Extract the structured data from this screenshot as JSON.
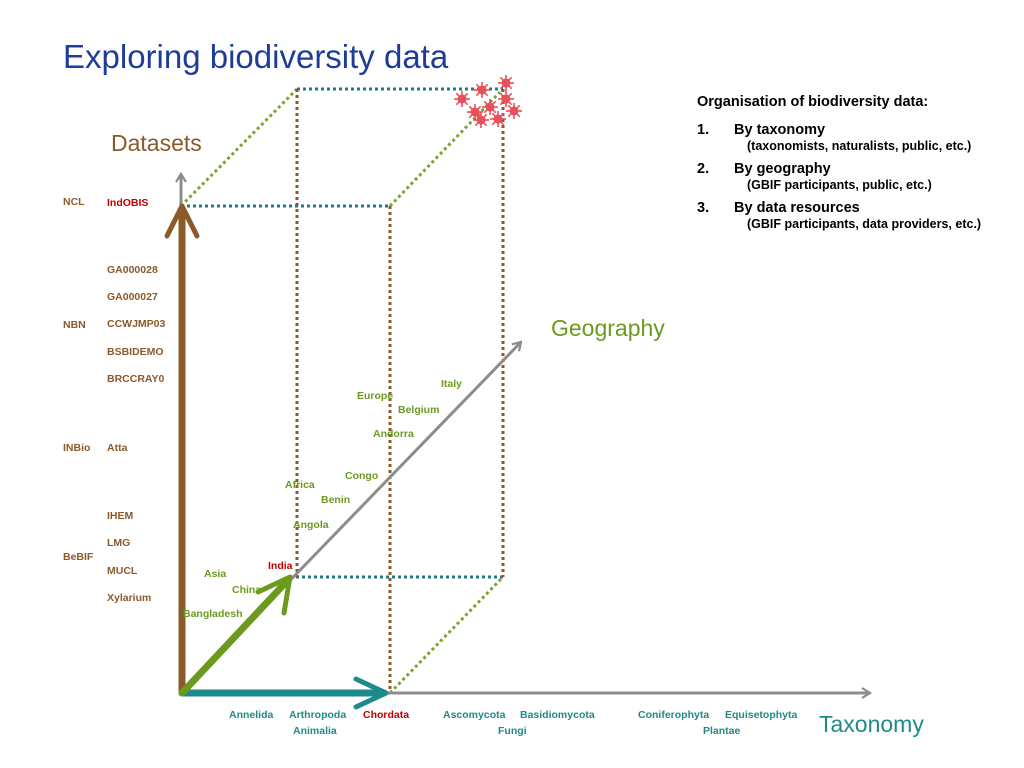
{
  "title": "Exploring biodiversity data",
  "axes": {
    "datasets": "Datasets",
    "geography": "Geography",
    "taxonomy": "Taxonomy"
  },
  "dataset_groups": [
    {
      "name": "NCL",
      "items": [
        {
          "label": "IndOBIS",
          "highlight": true
        }
      ]
    },
    {
      "name": "NBN",
      "items": [
        {
          "label": "GA000028"
        },
        {
          "label": "GA000027"
        },
        {
          "label": "CCWJMP03"
        },
        {
          "label": "BSBIDEMO"
        },
        {
          "label": "BRCCRAY0"
        }
      ]
    },
    {
      "name": "INBio",
      "items": [
        {
          "label": "Atta"
        }
      ]
    },
    {
      "name": "BeBIF",
      "items": [
        {
          "label": "IHEM"
        },
        {
          "label": "LMG"
        },
        {
          "label": "MUCL"
        },
        {
          "label": "Xylarium"
        }
      ]
    }
  ],
  "geography_labels": [
    {
      "label": "Italy"
    },
    {
      "label": "Europe"
    },
    {
      "label": "Belgium"
    },
    {
      "label": "Andorra"
    },
    {
      "label": "Congo"
    },
    {
      "label": "Africa"
    },
    {
      "label": "Benin"
    },
    {
      "label": "Angola"
    },
    {
      "label": "India",
      "highlight": true
    },
    {
      "label": "Asia"
    },
    {
      "label": "China"
    },
    {
      "label": "Bangladesh"
    }
  ],
  "taxonomy_labels": [
    {
      "label": "Annelida"
    },
    {
      "label": "Arthropoda"
    },
    {
      "label": "Chordata",
      "highlight": true
    },
    {
      "label": "Animalia"
    },
    {
      "label": "Ascomycota"
    },
    {
      "label": "Basidiomycota"
    },
    {
      "label": "Fungi"
    },
    {
      "label": "Coniferophyta"
    },
    {
      "label": "Equisetophyta"
    },
    {
      "label": "Plantae"
    }
  ],
  "panel": {
    "title": "Organisation of biodiversity data:",
    "items": [
      {
        "num": "1.",
        "head": "By taxonomy",
        "sub": "(taxonomists, naturalists, public, etc.)"
      },
      {
        "num": "2.",
        "head": "By geography",
        "sub": "(GBIF participants, public, etc.)"
      },
      {
        "num": "3.",
        "head": "By data resources",
        "sub": "(GBIF participants, data providers, etc.)"
      }
    ]
  },
  "colors": {
    "title": "#1f3c99",
    "datasets": "#8b5a2b",
    "geography": "#6b9a1f",
    "taxonomy": "#1f8a8a",
    "axis_gray": "#8c8c8c",
    "highlight": "#c00000",
    "teal_dotted": "#1f7a8a",
    "cluster": "#e8505b"
  }
}
